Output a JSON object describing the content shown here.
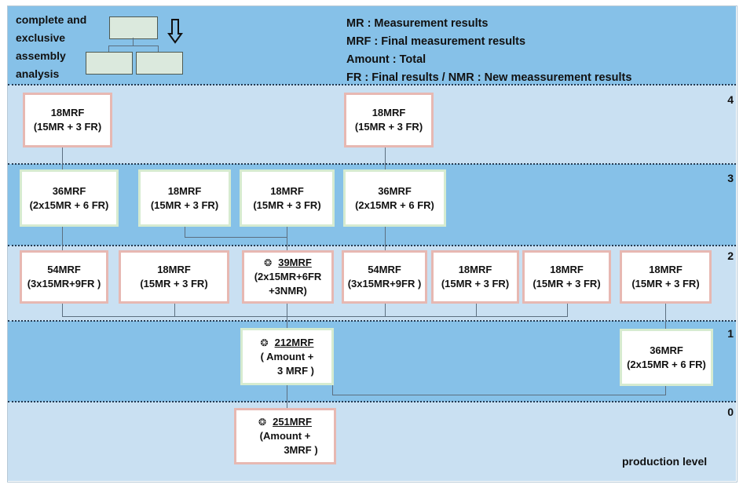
{
  "header": {
    "title_lines": [
      "complete and",
      "exclusive",
      "assembly",
      "analysis"
    ],
    "legend": [
      "MR : Measurement results",
      "MRF : Final measurement results",
      "Amount : Total",
      "FR : Final results  / NMR : New meassurement results"
    ],
    "arrow_icon": "down-arrow-icon"
  },
  "levels": [
    "4",
    "3",
    "2",
    "1",
    "0"
  ],
  "footer": {
    "axis_label": "production level"
  },
  "boxes": {
    "l4_left": {
      "title": "18MRF",
      "detail": "(15MR + 3 FR)"
    },
    "l4_right": {
      "title": "18MRF",
      "detail": "(15MR + 3 FR)"
    },
    "l3_a": {
      "title": "36MRF",
      "detail": "(2x15MR + 6 FR)"
    },
    "l3_b": {
      "title": "18MRF",
      "detail": "(15MR + 3 FR)"
    },
    "l3_c": {
      "title": "18MRF",
      "detail": "(15MR + 3 FR)"
    },
    "l3_d": {
      "title": "36MRF",
      "detail": "(2x15MR + 6 FR)"
    },
    "l2_a": {
      "title": "54MRF",
      "detail": "(3x15MR+9FR )"
    },
    "l2_b": {
      "title": "18MRF",
      "detail": "(15MR + 3 FR)"
    },
    "l2_c": {
      "title": "39MRF",
      "detail": "(2x15MR+6FR",
      "detail2": "+3NMR)"
    },
    "l2_d": {
      "title": "54MRF",
      "detail": "(3x15MR+9FR )"
    },
    "l2_e": {
      "title": "18MRF",
      "detail": "(15MR + 3 FR)"
    },
    "l2_f": {
      "title": "18MRF",
      "detail": "(15MR + 3 FR)"
    },
    "l2_g": {
      "title": "18MRF",
      "detail": "(15MR + 3 FR)"
    },
    "l1_a": {
      "title": "212MRF",
      "detail": "( Amount +",
      "detail2": "3 MRF )"
    },
    "l1_b": {
      "title": "36MRF",
      "detail": "(2x15MR + 6 FR)"
    },
    "l0_a": {
      "title": "251MRF",
      "detail": "(Amount +",
      "detail2": "3MRF )"
    }
  },
  "icons": {
    "special_marker": "mercedes-star-icon"
  },
  "colors": {
    "band_dark": "#86c1e8",
    "band_light": "#c9e0f2",
    "border_pink": "#e7b8b2",
    "border_green": "#d6ebd0"
  }
}
